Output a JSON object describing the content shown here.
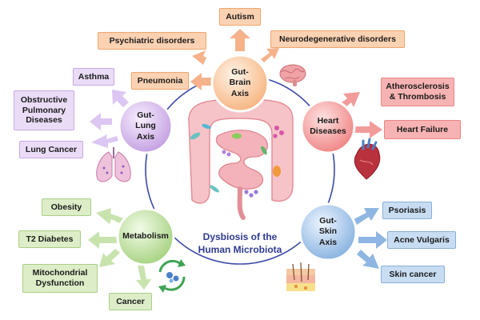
{
  "center": {
    "title": "Dysbiosis of the\nHuman Microbiota"
  },
  "hubs": {
    "brain": "Gut-\nBrain\nAxis",
    "heart": "Heart\nDiseases",
    "lung": "Gut-\nLung\nAxis",
    "metabolism": "Metabolism",
    "skin": "Gut-\nSkin\nAxis"
  },
  "brain_items": {
    "autism": "Autism",
    "psychiatric": "Psychiatric disorders",
    "neuro": "Neurodegenerative disorders",
    "pneumonia": "Pneumonia"
  },
  "heart_items": {
    "athero": "Atherosclerosis\n& Thrombosis",
    "failure": "Heart Failure"
  },
  "lung_items": {
    "asthma": "Asthma",
    "copd": "Obstructive\nPulmonary\nDiseases",
    "cancer": "Lung Cancer"
  },
  "metabolism_items": {
    "obesity": "Obesity",
    "t2d": "T2 Diabetes",
    "mito": "Mitochondrial\nDysfunction",
    "cancer": "Cancer"
  },
  "skin_items": {
    "psoriasis": "Psoriasis",
    "acne": "Acne Vulgaris",
    "cancer": "Skin cancer"
  },
  "colors": {
    "brain": "#f4a46a",
    "heart": "#ee7d7d",
    "lung": "#b88ad8",
    "metabolism": "#93c46a",
    "skin": "#6d9ed3",
    "ring": "#3b4aa6"
  },
  "icons": [
    "brain-icon",
    "heart-organ-icon",
    "lungs-icon",
    "microbe-recycle-icon",
    "skin-layers-icon",
    "intestine-icon",
    "bacteria-icon"
  ]
}
